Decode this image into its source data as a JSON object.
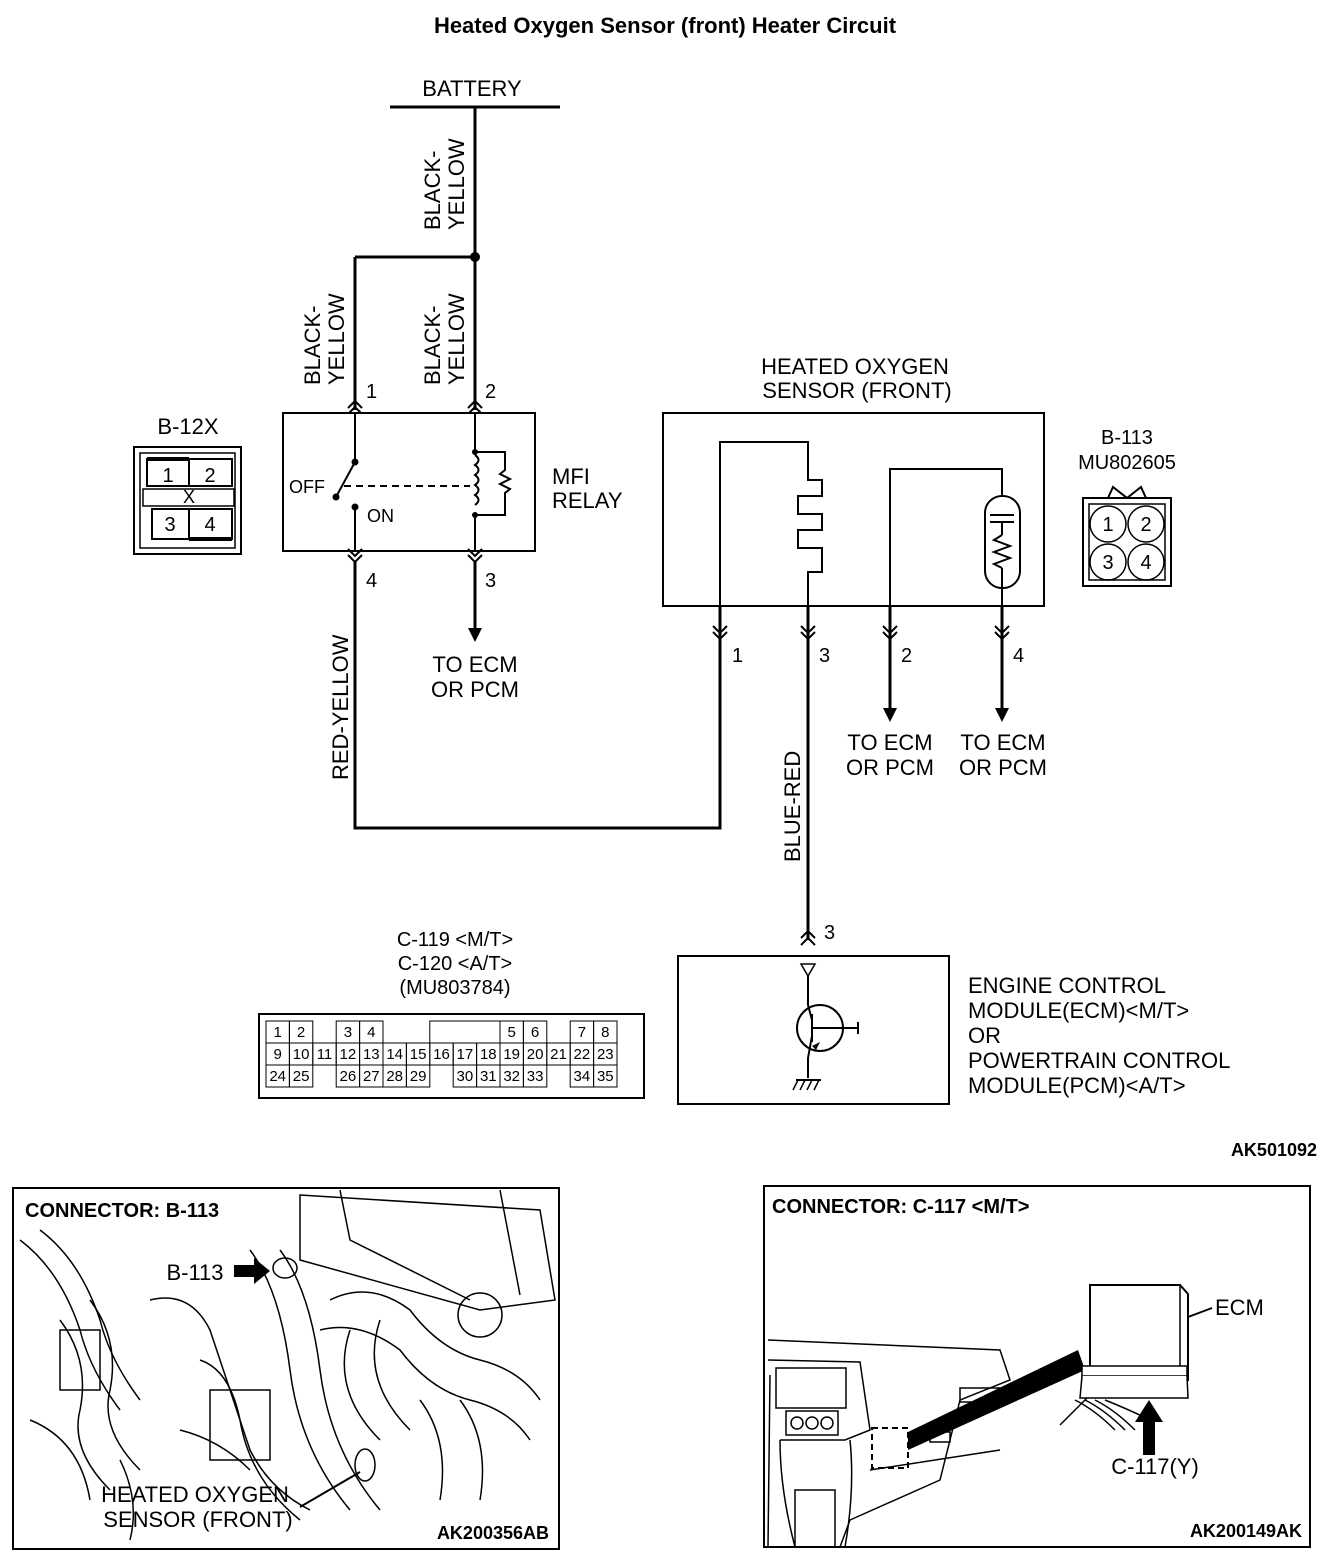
{
  "title": "Heated Oxygen Sensor (front)  Heater Circuit",
  "battery": "BATTERY",
  "wires": {
    "battery_feed": [
      "BLACK-",
      "YELLOW"
    ],
    "relay_pin1": [
      "BLACK-",
      "YELLOW"
    ],
    "relay_pin2": [
      "BLACK-",
      "YELLOW"
    ],
    "relay_pin4": "RED-YELLOW",
    "ecm_pin3": "BLUE-RED"
  },
  "relay": {
    "name": [
      "MFI",
      "RELAY"
    ],
    "off": "OFF",
    "on": "ON",
    "pins": [
      "1",
      "2",
      "4",
      "3"
    ],
    "to_ecm": [
      "TO ECM",
      "OR PCM"
    ],
    "connector": "B-12X",
    "connector_pins": [
      "1",
      "2",
      "X",
      "3",
      "4"
    ]
  },
  "sensor": {
    "name": [
      "HEATED OXYGEN",
      "SENSOR (FRONT)"
    ],
    "pins": [
      "1",
      "3",
      "2",
      "4"
    ],
    "to_ecm_2": [
      "TO ECM",
      "OR PCM"
    ],
    "to_ecm_4": [
      "TO ECM",
      "OR PCM"
    ],
    "connector": [
      "B-113",
      "MU802605"
    ],
    "connector_pins": [
      "1",
      "2",
      "3",
      "4"
    ]
  },
  "ecm": {
    "pin": "3",
    "name": [
      "ENGINE CONTROL",
      "MODULE(ECM)<M/T>",
      "OR",
      "POWERTRAIN CONTROL",
      "MODULE(PCM)<A/T>"
    ],
    "connector": [
      "C-119 <M/T>",
      "C-120 <A/T>",
      "(MU803784)"
    ],
    "connector_rows": [
      [
        "1",
        "2",
        "",
        "3",
        "4",
        "",
        "",
        "",
        "",
        "",
        "5",
        "6",
        "",
        "7",
        "8"
      ],
      [
        "9",
        "10",
        "11",
        "12",
        "13",
        "14",
        "15",
        "16",
        "17",
        "18",
        "19",
        "20",
        "21",
        "22",
        "23"
      ],
      [
        "24",
        "25",
        "",
        "26",
        "27",
        "28",
        "29",
        "",
        "30",
        "31",
        "32",
        "33",
        "",
        "34",
        "35"
      ]
    ]
  },
  "code_main": "AK501092",
  "photo_left": {
    "heading": "CONNECTOR: B-113",
    "callout": "B-113",
    "label": [
      "HEATED OXYGEN",
      "SENSOR (FRONT)"
    ],
    "code": "AK200356AB"
  },
  "photo_right": {
    "heading": "CONNECTOR: C-117 <M/T>",
    "ecm_label": "ECM",
    "callout": "C-117(Y)",
    "code": "AK200149AK"
  }
}
